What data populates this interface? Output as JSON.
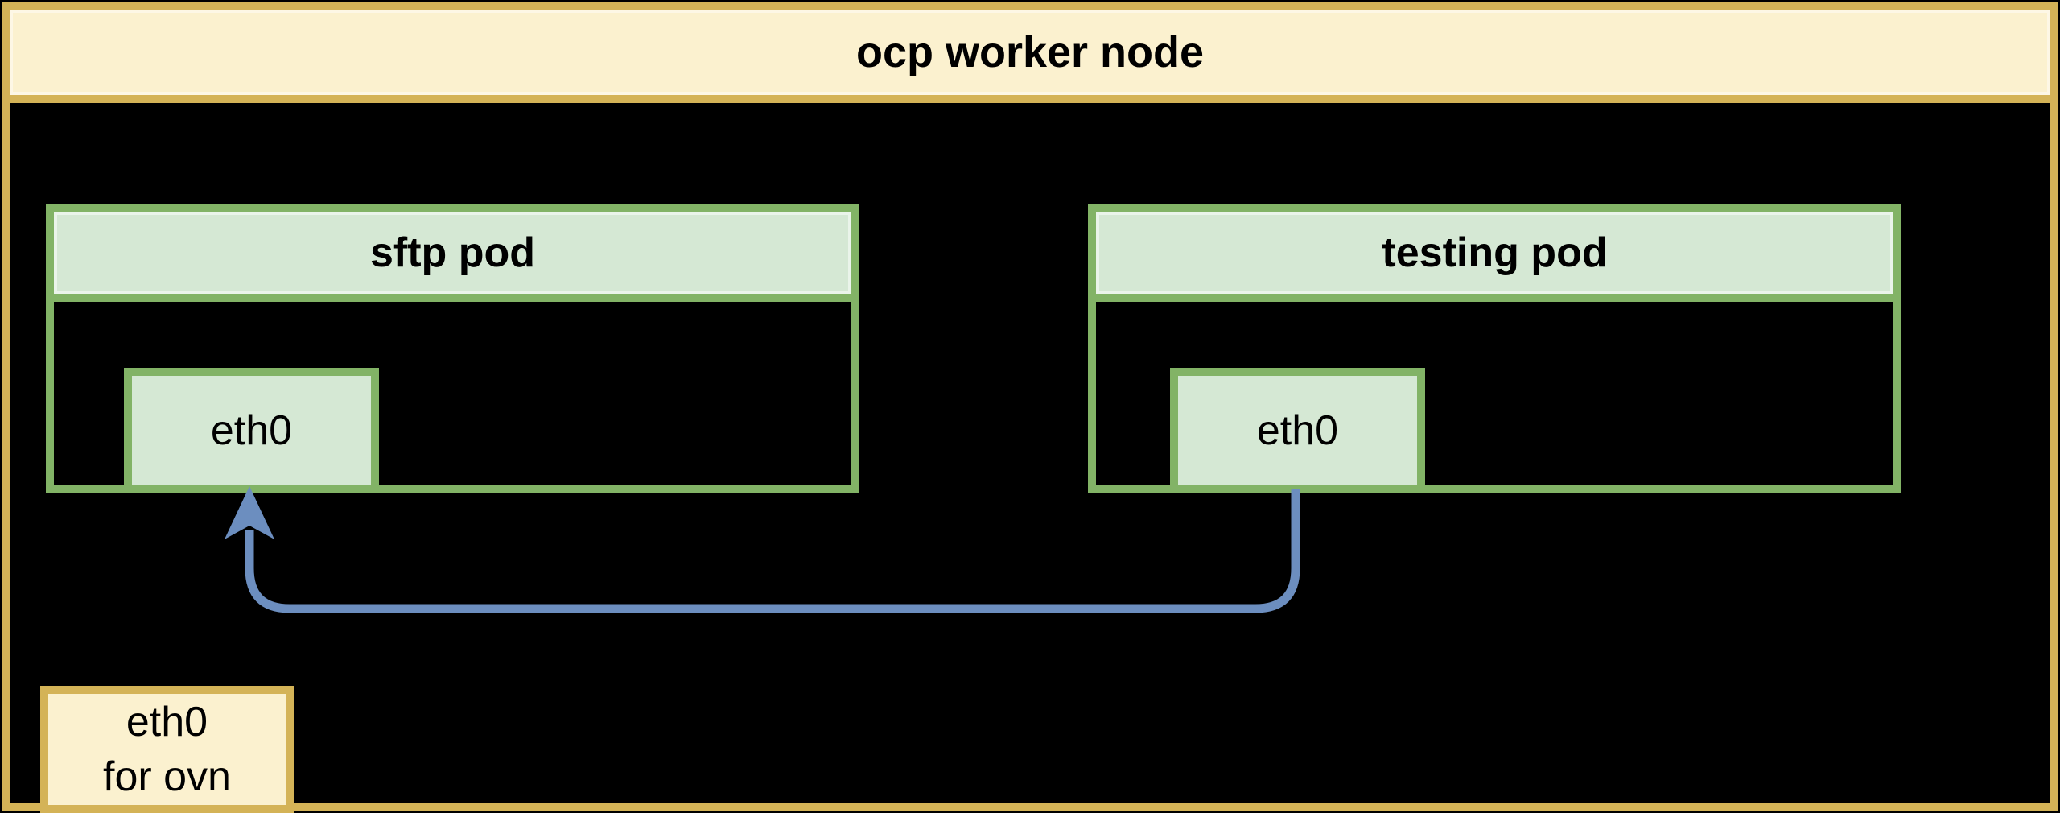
{
  "diagram": {
    "node": {
      "title": "ocp worker node",
      "pods": [
        {
          "title": "sftp pod",
          "interface_label": "eth0"
        },
        {
          "title": "testing pod",
          "interface_label": "eth0"
        }
      ],
      "host_interface": {
        "line1": "eth0",
        "line2": "for ovn"
      },
      "connection": {
        "description": "arrow from testing pod eth0 to sftp pod eth0"
      }
    },
    "colors": {
      "background": "#000000",
      "node_border": "#d4b357",
      "node_header_fill": "#fbf1cf",
      "pod_border": "#82b366",
      "pod_header_fill": "#d5e8d4",
      "eth_fill": "#d5e8d4",
      "host_eth_fill": "#fbf1cf",
      "arrow": "#6c8ebf",
      "text": "#000000"
    }
  }
}
